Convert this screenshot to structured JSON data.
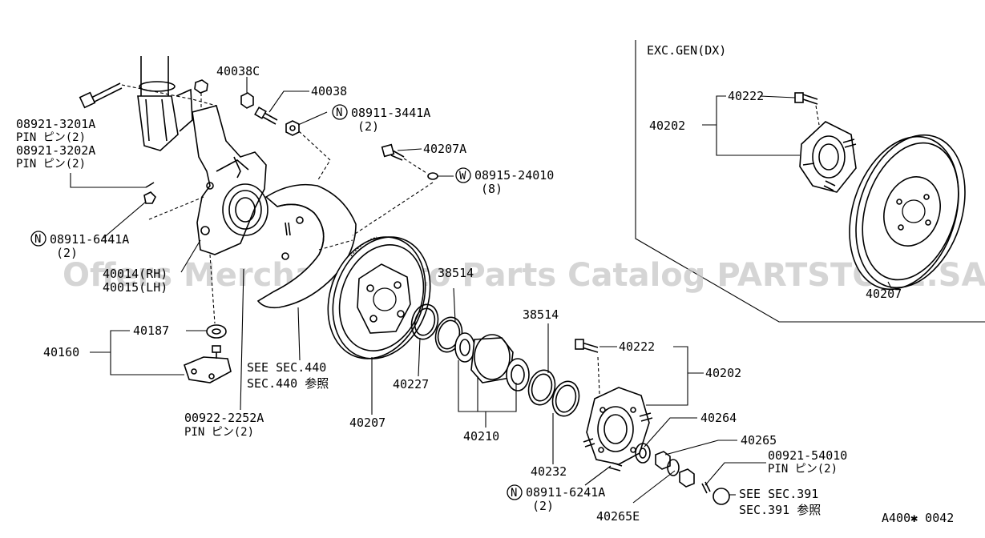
{
  "frame": {
    "inset_title": "EXC.GEN(DX)",
    "figure_code": "A400✱ 0042"
  },
  "watermark": "Offers Merchant Auto Parts Catalog PARTSTORE.SA",
  "labels": {
    "p40038c": "40038C",
    "p40038": "40038",
    "n1_code": "08911-3441A",
    "n1_qty": "(2)",
    "p08921a": "08921-3201A",
    "pin2a": "PIN ピン(2)",
    "p08921b": "08921-3202A",
    "pin2b": "PIN ピン(2)",
    "p40207a": "40207A",
    "w1_code": "08915-24010",
    "w1_qty": "(8)",
    "n2_code": "08911-6441A",
    "n2_qty": "(2)",
    "p40014": "40014(RH)",
    "p40015": "40015(LH)",
    "p38514_top": "38514",
    "p40187": "40187",
    "p40160": "40160",
    "see440": "SEE SEC.440",
    "sec440": "SEC.440 参照",
    "p40227": "40227",
    "p38514_mid": "38514",
    "p40222": "40222",
    "p40202": "40202",
    "p40207_mid": "40207",
    "p40210": "40210",
    "p00922": "00922-2252A",
    "pin_b": "PIN ピン(2)",
    "p40264": "40264",
    "p40265": "40265",
    "p00921": "00921-54010",
    "pin_c": "PIN ピン(2)",
    "p40232": "40232",
    "n3_code": "08911-6241A",
    "n3_qty": "(2)",
    "see391": "SEE SEC.391",
    "sec391": "SEC.391 参照",
    "p40265e": "40265E",
    "inset_40222": "40222",
    "inset_40202": "40202",
    "inset_40207": "40207"
  },
  "symbols": {
    "n": "N",
    "w": "W"
  }
}
